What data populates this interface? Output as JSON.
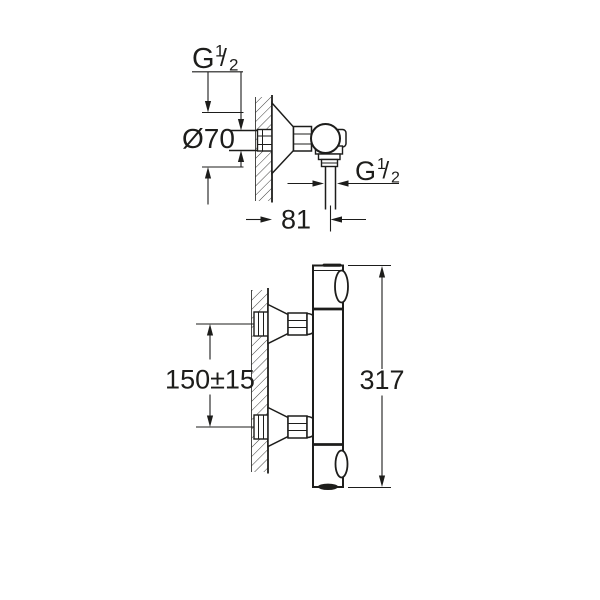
{
  "colors": {
    "ink": "#1d1d1b",
    "background": "#ffffff"
  },
  "side_view": {
    "thread_top": {
      "base": "G",
      "num": "1",
      "slash": "/",
      "den": "2"
    },
    "diameter_label": "Ø70",
    "thread_outlet": {
      "base": "G",
      "num": "1",
      "slash": "/",
      "den": "2"
    },
    "depth_label": "81"
  },
  "front_view": {
    "spacing_label": "150±15",
    "height_label": "317"
  }
}
